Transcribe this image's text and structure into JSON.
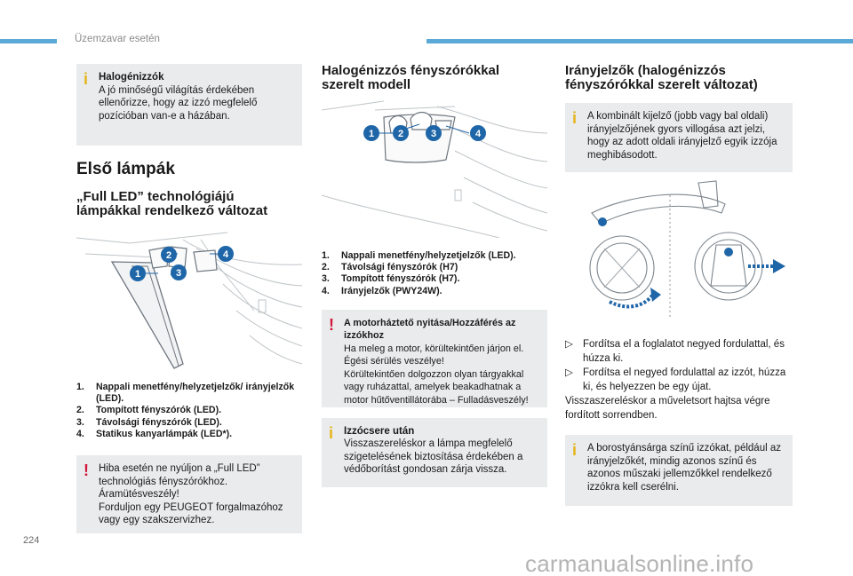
{
  "header": {
    "section_title": "Üzemzavar esetén"
  },
  "page_number": "224",
  "watermark": "carmanualsonline.info",
  "colors": {
    "stripe": "#5aa9d6",
    "info": "#e5b41a",
    "warning": "#d2153a",
    "box_bg": "#e9ebec",
    "callout": "#1f66a8"
  },
  "col1": {
    "halogen_box": {
      "title": "Halogénizzók",
      "text": "A jó minőségű világítás érdekében ellenőrizze, hogy az izzó megfelelő pozícióban van-e a házában."
    },
    "heading": "Első lámpák",
    "subheading": "„Full LED” technológiájú lámpákkal rendelkező változat",
    "callouts": [
      "1",
      "2",
      "3",
      "4"
    ],
    "list": [
      {
        "num": "1.",
        "text": "Nappali menetfény/helyzetjelzők/ irányjelzők (LED)."
      },
      {
        "num": "2.",
        "text": "Tompított fényszórók (LED)."
      },
      {
        "num": "3.",
        "text": "Távolsági fényszórók (LED)."
      },
      {
        "num": "4.",
        "text": "Statikus kanyarlámpák (LED*)."
      }
    ],
    "warning_box": {
      "line1": "Hiba esetén ne nyúljon a „Full LED” technológiás fényszórókhoz.",
      "line2": "Áramütésveszély!",
      "line3": "Forduljon egy PEUGEOT forgalmazóhoz vagy egy szakszervizhez."
    }
  },
  "col2": {
    "heading": "Halogénizzós fényszórókkal szerelt modell",
    "callouts": [
      "1",
      "2",
      "3",
      "4"
    ],
    "list": [
      {
        "num": "1.",
        "text": "Nappali menetfény/helyzetjelzők (LED)."
      },
      {
        "num": "2.",
        "text": "Távolsági fényszórók (H7)"
      },
      {
        "num": "3.",
        "text": "Tompított fényszórók (H7)."
      },
      {
        "num": "4.",
        "text": "Irányjelzők (PWY24W)."
      }
    ],
    "warning_box": {
      "title": "A motorháztető nyitása/Hozzáférés az izzókhoz",
      "line1": "Ha meleg a motor, körültekintően járjon el. Égési sérülés veszélye!",
      "line2": "Körültekintően dolgozzon olyan tárgyakkal vagy ruházattal, amelyek beakadhatnak a motor hűtőventillátorába – Fulladásveszély!"
    },
    "info_box": {
      "title": "Izzócsere után",
      "text": "Visszaszereléskor a lámpa megfelelő szigetelésének biztosítása érdekében a védőborítást gondosan zárja vissza."
    }
  },
  "col3": {
    "heading": "Irányjelzők (halogénizzós fényszórókkal szerelt változat)",
    "info_box1": {
      "text": "A kombinált kijelző (jobb vagy bal oldali) irányjelzőjének gyors villogása azt jelzi, hogy az adott oldali irányjelző egyik izzója meghibásodott."
    },
    "steps": [
      "Fordítsa el a foglalatot negyed fordulattal, és húzza ki.",
      "Fordítsa el negyed fordulattal az izzót, húzza ki, és helyezzen be egy újat."
    ],
    "after_steps": "Visszaszereléskor a műveletsort hajtsa végre fordított sorrendben.",
    "info_box2": {
      "text": "A borostyánsárga színű izzókat, például az irányjelzőkét, mindig azonos színű és azonos műszaki jellemzőkkel rendelkező izzókra kell cserélni."
    }
  }
}
